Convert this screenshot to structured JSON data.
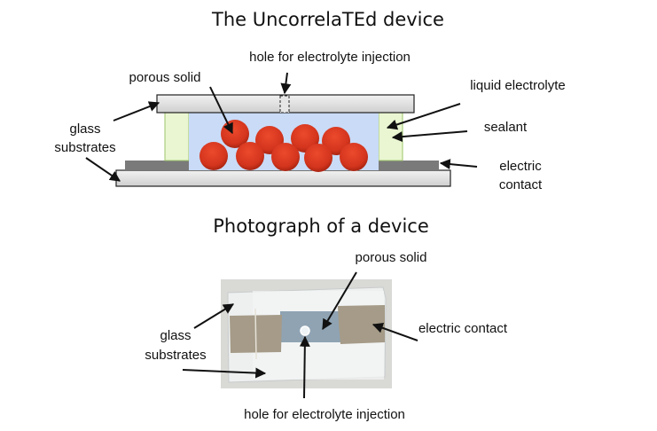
{
  "schematic": {
    "title": "The UncorrelaTEd device",
    "labels": {
      "hole": "hole for electrolyte injection",
      "porous_solid": "porous solid",
      "liquid_electrolyte": "liquid electrolyte",
      "glass_line1": "glass",
      "glass_line2": "substrates",
      "sealant": "sealant",
      "contact_line1": "electric",
      "contact_line2": "contact"
    },
    "particle_count": 9,
    "colors": {
      "glass": "#e4e4e4",
      "electrolyte": "#c9dbf7",
      "sealant": "#eaf6d2",
      "sealant_border": "#9cc46a",
      "contact": "#7a7a7a",
      "particle": "#d93a22"
    }
  },
  "photo": {
    "title": "Photograph of a device",
    "labels": {
      "porous_solid": "porous solid",
      "glass_line1": "glass",
      "glass_line2": "substrates",
      "electric_contact": "electric contact",
      "hole": "hole for electrolyte injection"
    },
    "colors": {
      "background": "#d9d9d6",
      "glass": "#eef0f0",
      "contact": "#a59b88",
      "porous": "#8fa3b3"
    }
  }
}
